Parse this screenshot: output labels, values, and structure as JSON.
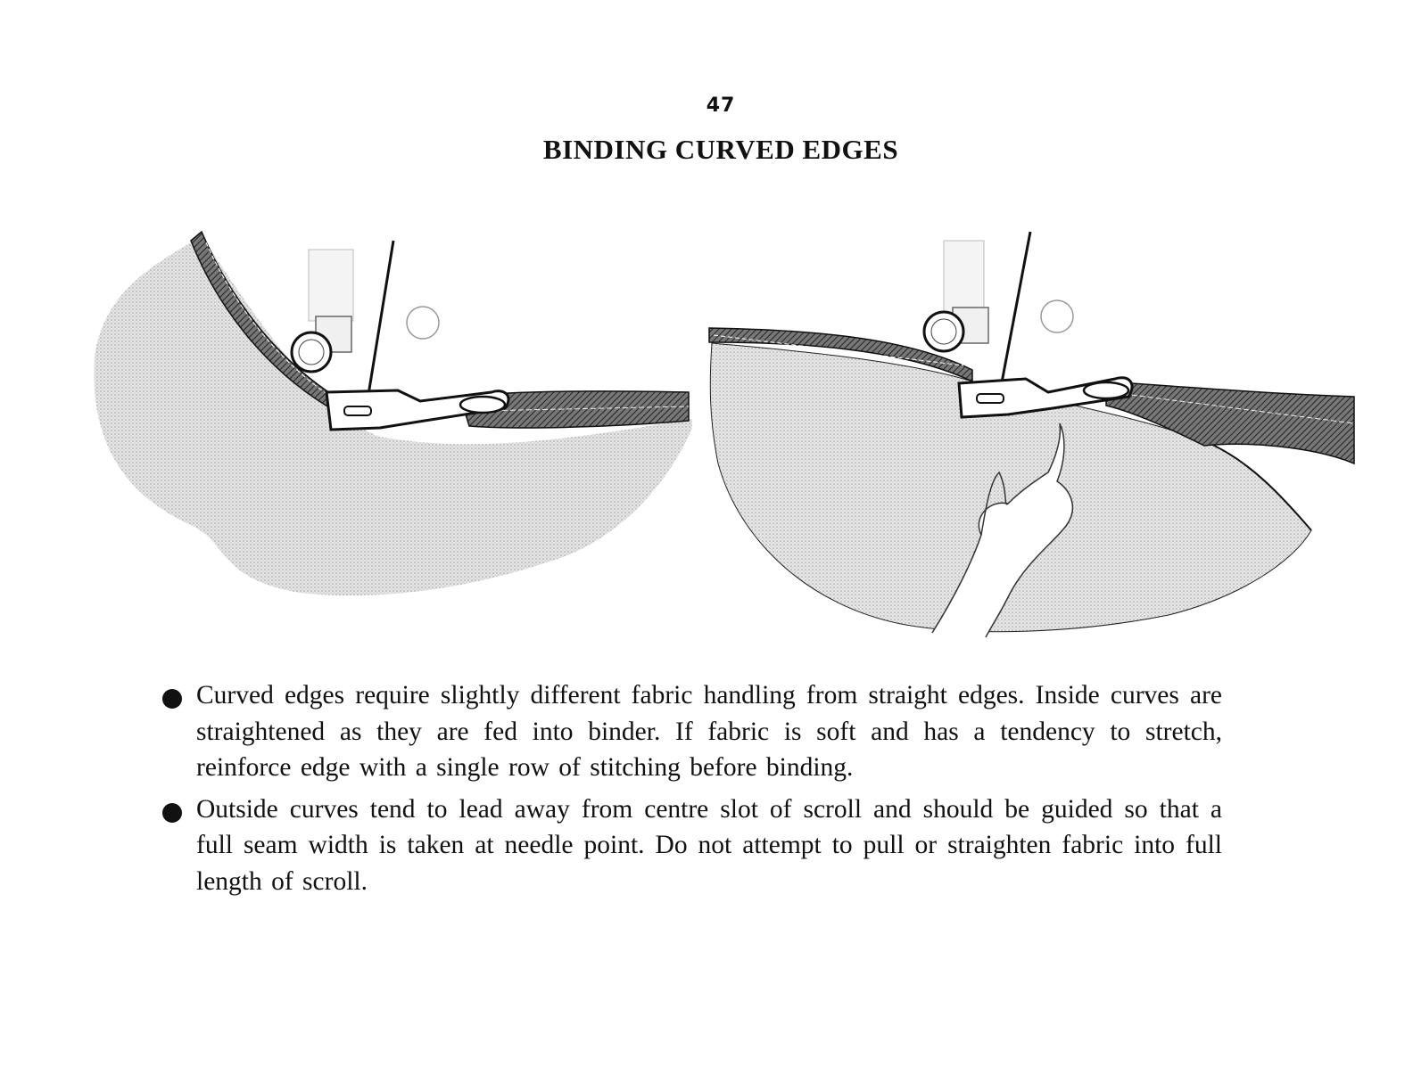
{
  "page": {
    "number": "47",
    "title": "BINDING CURVED EDGES"
  },
  "illustrations": {
    "left": {
      "subject": "inside-curve-binding"
    },
    "right": {
      "subject": "outside-curve-binding"
    }
  },
  "instructions": [
    {
      "text": "Curved edges require slightly different fabric handling from straight edges. Inside curves are straightened as they are fed into binder.  If fabric is soft and has a tendency to stretch, reinforce edge with a single row of stitching before binding."
    },
    {
      "text": "Outside curves tend to lead away from centre slot of scroll and should be guided so that a full seam width is taken at needle point.  Do not attempt to pull or straighten fabric into full length of scroll."
    }
  ],
  "colors": {
    "ink": "#111111",
    "fabric": "#d9d9d9",
    "binding": "#555555"
  }
}
